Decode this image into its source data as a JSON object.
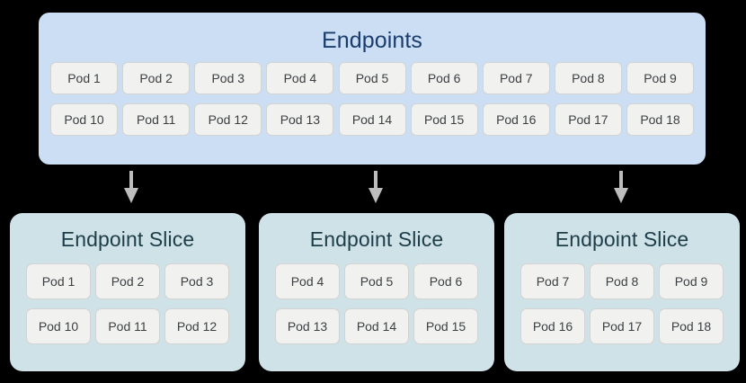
{
  "diagram": {
    "endpoints": {
      "title": "Endpoints",
      "rows": [
        [
          "Pod 1",
          "Pod 2",
          "Pod 3",
          "Pod 4",
          "Pod 5",
          "Pod 6",
          "Pod 7",
          "Pod 8",
          "Pod 9"
        ],
        [
          "Pod 10",
          "Pod 11",
          "Pod 12",
          "Pod 13",
          "Pod 14",
          "Pod 15",
          "Pod 16",
          "Pod 17",
          "Pod 18"
        ]
      ]
    },
    "arrows": [
      {
        "name": "arrow-to-slice-1"
      },
      {
        "name": "arrow-to-slice-2"
      },
      {
        "name": "arrow-to-slice-3"
      }
    ],
    "slices": [
      {
        "title": "Endpoint Slice",
        "rows": [
          [
            "Pod 1",
            "Pod 2",
            "Pod 3"
          ],
          [
            "Pod 10",
            "Pod 11",
            "Pod 12"
          ]
        ]
      },
      {
        "title": "Endpoint Slice",
        "rows": [
          [
            "Pod 4",
            "Pod 5",
            "Pod 6"
          ],
          [
            "Pod 13",
            "Pod 14",
            "Pod 15"
          ]
        ]
      },
      {
        "title": "Endpoint Slice",
        "rows": [
          [
            "Pod 7",
            "Pod 8",
            "Pod 9"
          ],
          [
            "Pod 16",
            "Pod 17",
            "Pod 18"
          ]
        ]
      }
    ]
  },
  "colors": {
    "background": "#000000",
    "endpoints_panel": "#cbdef3",
    "endpoints_title": "#1b3d6e",
    "slice_panel": "#cfe2e7",
    "slice_title": "#1d3d48",
    "chip_fill": "#f1f1f0",
    "chip_border": "#d3d3d1",
    "chip_text": "#3c4043",
    "arrow": "#bdbdbd"
  }
}
